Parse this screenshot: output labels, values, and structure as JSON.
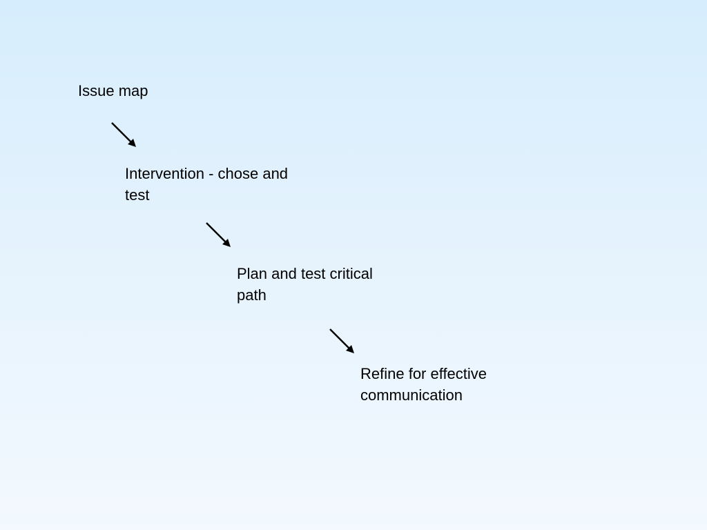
{
  "diagram": {
    "steps": [
      {
        "label": "Issue map"
      },
      {
        "label": "Intervention - chose and test"
      },
      {
        "label": "Plan and test critical path"
      },
      {
        "label": "Refine for effective communication"
      }
    ],
    "connectors": [
      {
        "from": 0,
        "to": 1,
        "icon": "arrow-down-right-icon"
      },
      {
        "from": 1,
        "to": 2,
        "icon": "arrow-down-right-icon"
      },
      {
        "from": 2,
        "to": 3,
        "icon": "arrow-down-right-icon"
      }
    ],
    "colors": {
      "background_top": "#d6edfd",
      "background_bottom": "#f3f9fe",
      "text": "#000000",
      "arrow": "#000000"
    }
  }
}
